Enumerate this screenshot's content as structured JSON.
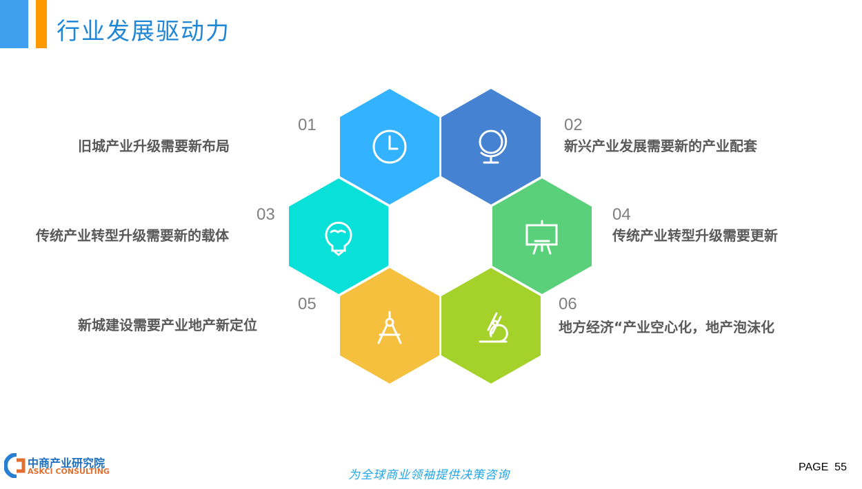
{
  "header": {
    "title": "行业发展驱动力"
  },
  "items": [
    {
      "num": "01",
      "text": "旧城产业升级需要新布局",
      "color": "#33b3ff",
      "icon": "clock-icon"
    },
    {
      "num": "02",
      "text": "新兴产业发展需要新的产业配套",
      "color": "#4583d2",
      "icon": "globe-icon"
    },
    {
      "num": "03",
      "text": "传统产业转型升级需要新的载体",
      "color": "#08e0d8",
      "icon": "lightbulb-icon"
    },
    {
      "num": "04",
      "text": "传统产业转型升级需要更新",
      "color": "#5ad07a",
      "icon": "easel-icon"
    },
    {
      "num": "05",
      "text": "新城建设需要产业地产新定位",
      "color": "#f4c03e",
      "icon": "compass-icon"
    },
    {
      "num": "06",
      "text": "地方经济“产业空心化，地产泡沫化",
      "color": "#a4d12a",
      "icon": "microscope-icon"
    }
  ],
  "footer": {
    "logo_cn": "中商产业研究院",
    "logo_en": "ASKCI CONSULTING",
    "slogan": "为全球商业领袖提供决策咨询",
    "page": "PAGE  55"
  }
}
